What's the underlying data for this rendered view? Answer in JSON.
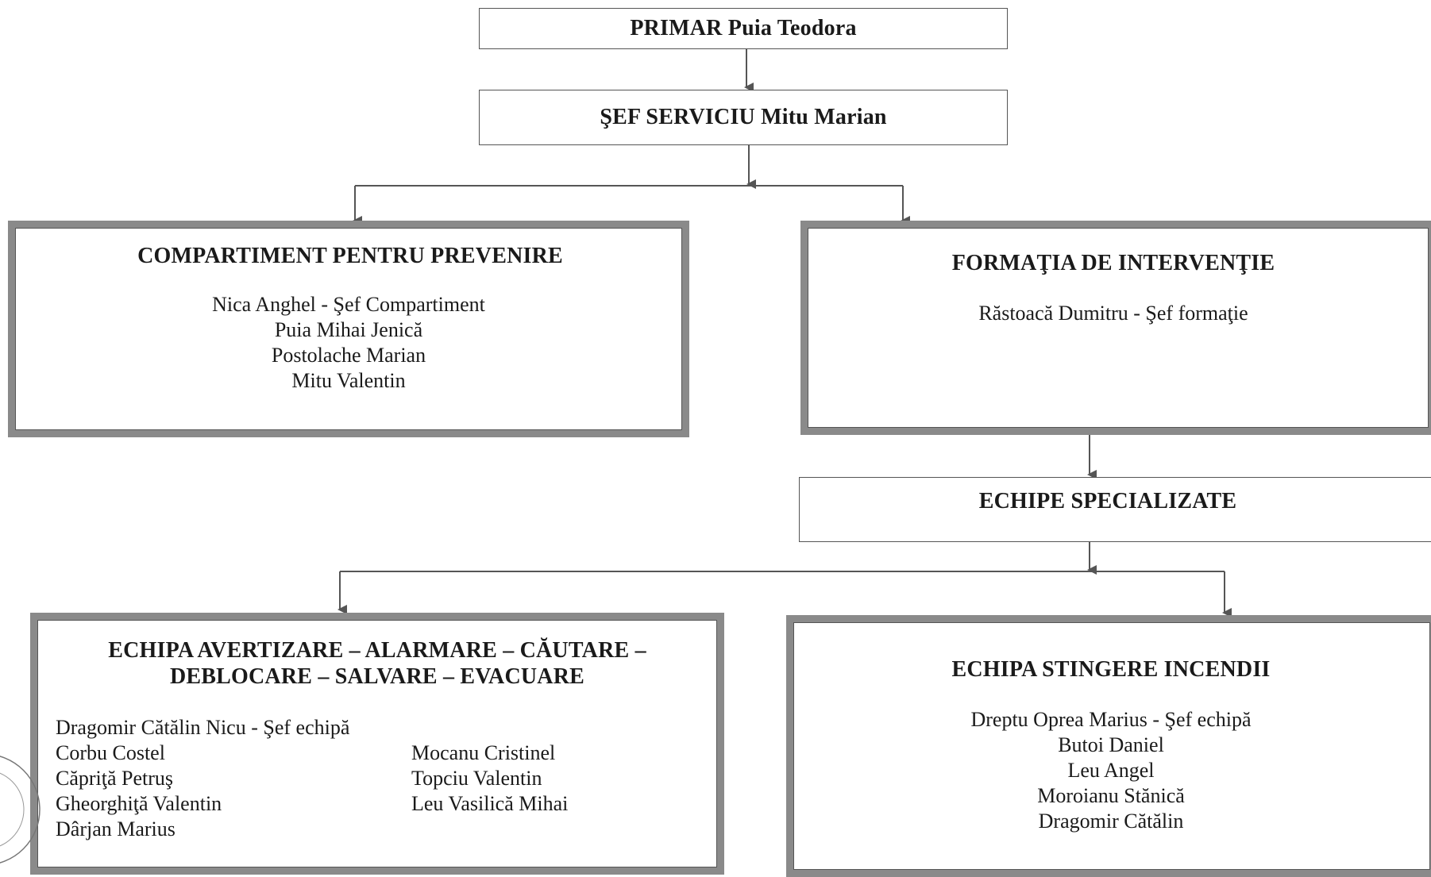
{
  "primar": {
    "title": "PRIMAR Puia Teodora"
  },
  "sef_serviciu": {
    "title": "ŞEF SERVICIU Mitu Marian"
  },
  "compartiment": {
    "title": "COMPARTIMENT PENTRU PREVENIRE",
    "members": [
      "Nica Anghel - Şef Compartiment",
      "Puia Mihai Jenică",
      "Postolache Marian",
      "Mitu Valentin"
    ]
  },
  "formatie": {
    "title": "FORMAŢIA DE INTERVENŢIE",
    "members": [
      "Răstoacă Dumitru - Şef formaţie"
    ]
  },
  "echipe_specializate": {
    "title": "ECHIPE SPECIALIZATE"
  },
  "echipa_avertizare": {
    "title_line1": "ECHIPA AVERTIZARE – ALARMARE – CĂUTARE –",
    "title_line2": "DEBLOCARE – SALVARE – EVACUARE",
    "col1": [
      "Dragomir Cătălin Nicu - Şef echipă",
      "Corbu Costel",
      "Căpriţă Petruş",
      "Gheorghiţă Valentin",
      "Dârjan Marius"
    ],
    "col2": [
      "Mocanu Cristinel",
      "Topciu Valentin",
      "Leu Vasilică Mihai"
    ]
  },
  "echipa_stingere": {
    "title": "ECHIPA STINGERE INCENDII",
    "members": [
      "Dreptu Oprea Marius - Şef echipă",
      "Butoi Daniel",
      "Leu Angel",
      "Moroianu Stănică",
      "Dragomir Cătălin"
    ]
  },
  "colors": {
    "line": "#555555",
    "thick_border": "#8a8a8a"
  }
}
